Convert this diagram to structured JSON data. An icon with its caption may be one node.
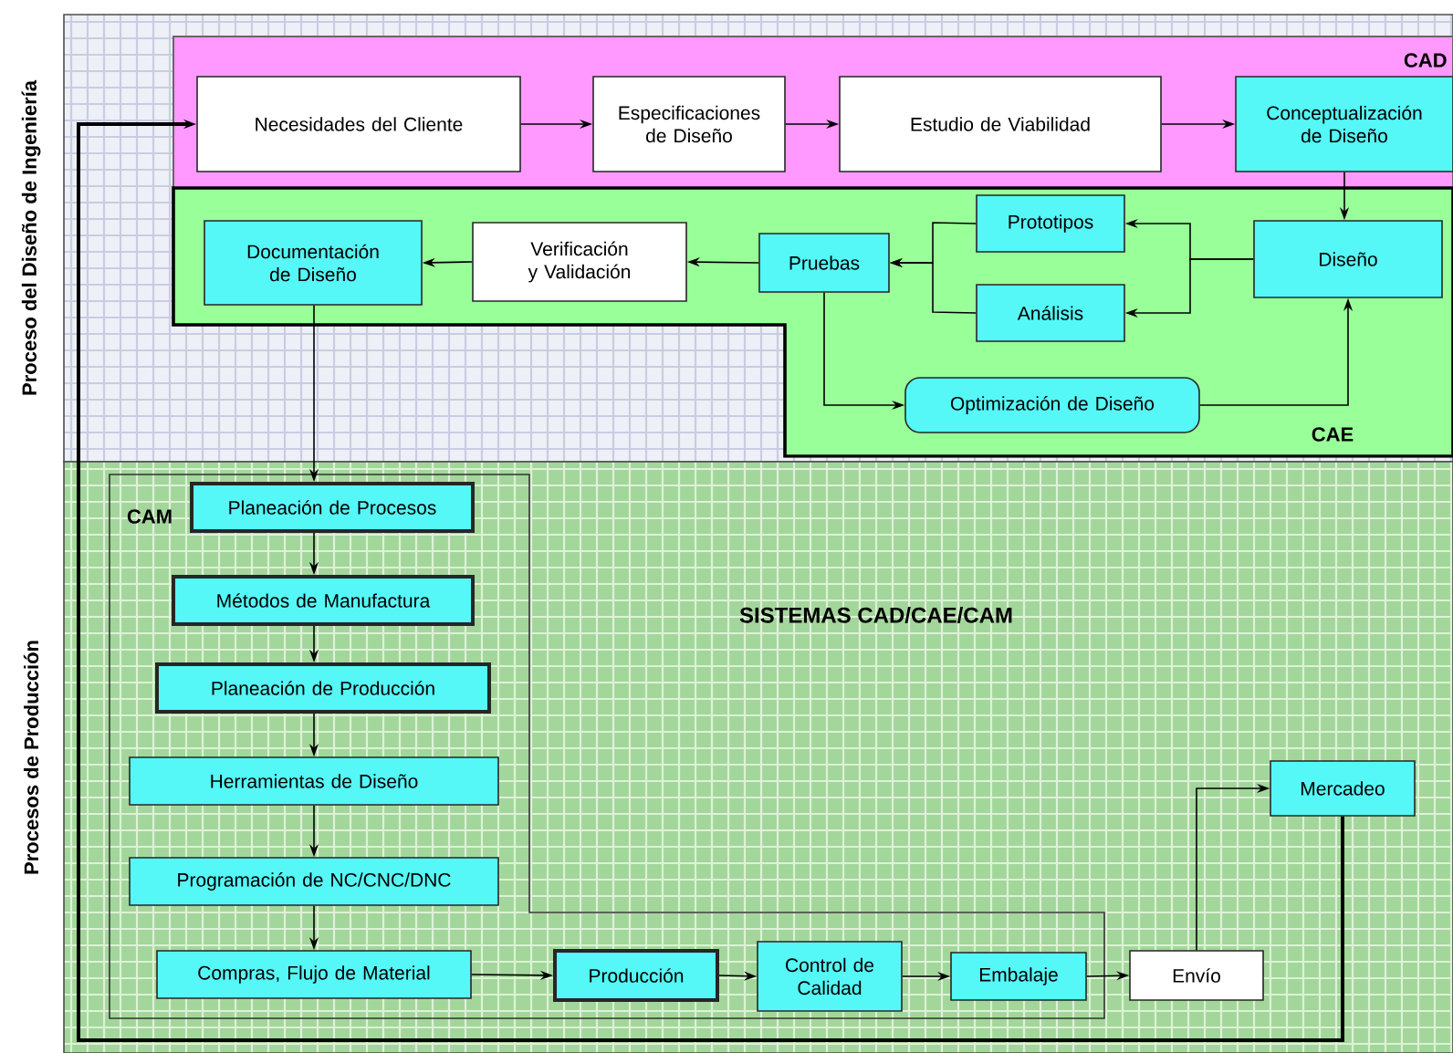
{
  "diagram": {
    "nodes": [
      {
        "text": [
          "Proceso del Diseño de Ingeniería"
        ]
      },
      {
        "text": [
          "Procesos de Producción"
        ]
      },
      {
        "text": [
          "CAD"
        ],
        "in": 0
      },
      {
        "text": [
          "CAE"
        ],
        "in": 0
      },
      {
        "text": [
          "CAM"
        ],
        "in": 1
      },
      {
        "text": [
          "Necesidades del Cliente"
        ],
        "in": 2
      },
      {
        "text": [
          "Especificaciones de Diseño"
        ],
        "in": 2
      },
      {
        "text": [
          "Estudio de Viabilidad"
        ],
        "in": 2
      },
      {
        "text": [
          "Conceptualización de Diseño"
        ],
        "in": 2
      },
      {
        "text": [
          "Diseño"
        ],
        "in": 3
      },
      {
        "text": [
          "Prototipos"
        ],
        "in": 3
      },
      {
        "text": [
          "Análisis"
        ],
        "in": 3
      },
      {
        "text": [
          "Pruebas"
        ],
        "in": 3
      },
      {
        "text": [
          "Verificación y Validación"
        ],
        "in": 3
      },
      {
        "text": [
          "Documentación de Diseño"
        ],
        "in": 3
      },
      {
        "text": [
          "Optimización de Diseño"
        ],
        "in": 3
      },
      {
        "text": [
          "Planeación de Procesos"
        ],
        "in": 4
      },
      {
        "text": [
          "Métodos de Manufactura"
        ],
        "in": 4
      },
      {
        "text": [
          "Planeación de Producción"
        ],
        "in": 4
      },
      {
        "text": [
          "Herramientas de Diseño"
        ],
        "in": 4
      },
      {
        "text": [
          "Programación de NC/CNC/DNC"
        ],
        "in": 4
      },
      {
        "text": [
          "Compras, Flujo de Material"
        ],
        "in": 4
      },
      {
        "text": [
          "Producción"
        ],
        "in": 4
      },
      {
        "text": [
          "Control de Calidad"
        ],
        "in": 4
      },
      {
        "text": [
          "Embalaje"
        ],
        "in": 4
      },
      {
        "text": [
          "Envío"
        ],
        "in": 1
      },
      {
        "text": [
          "Mercadeo"
        ],
        "in": 1
      }
    ],
    "edges": [
      {
        "from": 5,
        "to": 6,
        "arrow": "to"
      },
      {
        "from": 6,
        "to": 7,
        "arrow": "to"
      },
      {
        "from": 7,
        "to": 8,
        "arrow": "to"
      },
      {
        "from": 8,
        "to": 9,
        "arrow": "to"
      },
      {
        "from": 9,
        "to": 10,
        "arrow": "to"
      },
      {
        "from": 9,
        "to": 11,
        "arrow": "to"
      },
      {
        "from": 10,
        "to": 12,
        "arrow": "to"
      },
      {
        "from": 11,
        "to": 12,
        "arrow": "to"
      },
      {
        "from": 12,
        "to": 13,
        "arrow": "to"
      },
      {
        "from": 13,
        "to": 14,
        "arrow": "to"
      },
      {
        "from": 12,
        "to": 15,
        "arrow": "to"
      },
      {
        "from": 15,
        "to": 9,
        "arrow": "to"
      },
      {
        "from": 14,
        "to": 16,
        "arrow": "to"
      },
      {
        "from": 16,
        "to": 17,
        "arrow": "to"
      },
      {
        "from": 17,
        "to": 18,
        "arrow": "to"
      },
      {
        "from": 18,
        "to": 19,
        "arrow": "to"
      },
      {
        "from": 19,
        "to": 20,
        "arrow": "to"
      },
      {
        "from": 20,
        "to": 21,
        "arrow": "to"
      },
      {
        "from": 21,
        "to": 22,
        "arrow": "to"
      },
      {
        "from": 22,
        "to": 23,
        "arrow": "to"
      },
      {
        "from": 23,
        "to": 24,
        "arrow": "to"
      },
      {
        "from": 24,
        "to": 25,
        "arrow": "to"
      },
      {
        "from": 25,
        "to": 26,
        "arrow": "to"
      },
      {
        "from": 26,
        "to": 5,
        "arrow": "to"
      }
    ],
    "labels": [
      "SISTEMAS CAD/CAE/CAM"
    ]
  }
}
